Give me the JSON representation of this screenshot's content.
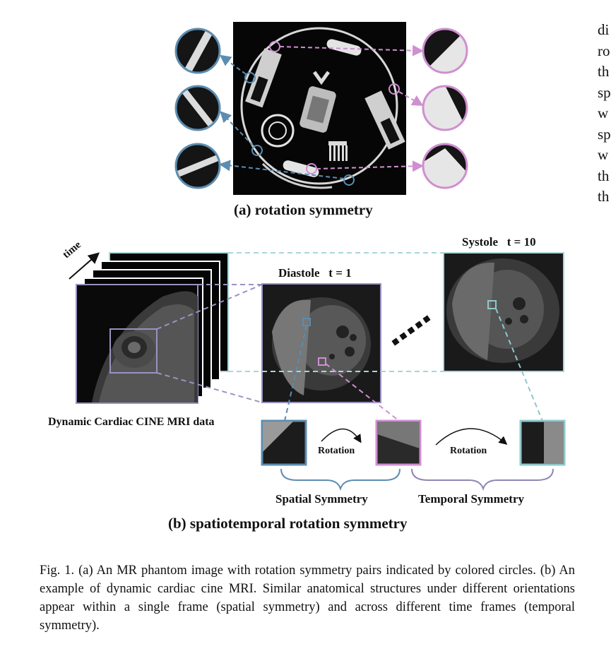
{
  "panel_a": {
    "label": "(a) rotation symmetry"
  },
  "panel_b": {
    "label": "(b) spatiotemporal rotation symmetry",
    "time_label": "time",
    "diastole_label": "Diastole   t = 1",
    "systole_label": "Systole   t = 10",
    "dataset_label": "Dynamic Cardiac CINE MRI data",
    "rotation_left": "Rotation",
    "rotation_right": "Rotation",
    "spatial_label": "Spatial Symmetry",
    "temporal_label": "Temporal Symmetry"
  },
  "caption": "Fig. 1.  (a) An MR phantom image with rotation symmetry pairs indicated by colored circles. (b) An example of dynamic cardiac cine MRI. Similar anatomical structures under different orientations appear within a single frame (spatial symmetry) and across different time frames (temporal symmetry).",
  "side_text": [
    "di",
    "ro",
    "th",
    "sp",
    "w",
    "sp",
    "w",
    "th",
    "th"
  ],
  "colors": {
    "blue": "#5b8db0",
    "pink": "#cf8fd0",
    "cyan": "#8ec8cc",
    "purple": "#8f86b5"
  }
}
